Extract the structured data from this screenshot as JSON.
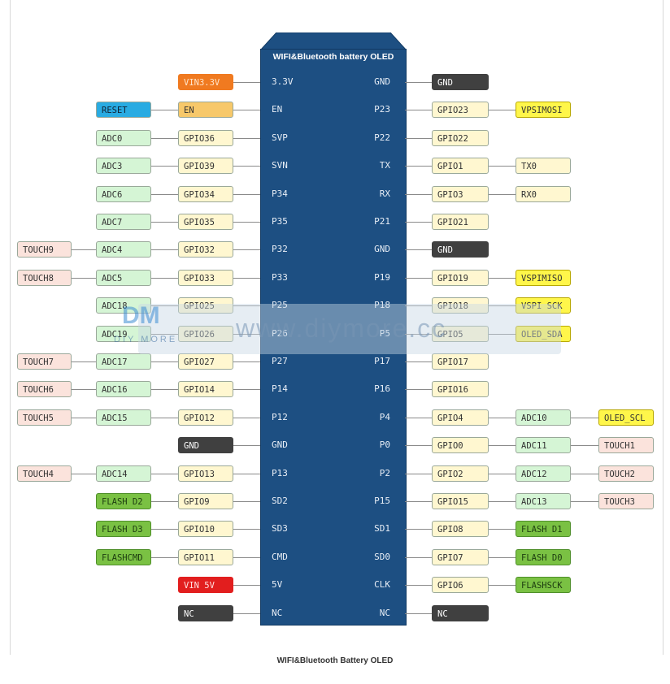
{
  "board": {
    "title": "WIFI&Bluetooth battery OLED",
    "footer": "WIFI&Bluetooth Battery OLED",
    "left_pins": [
      "3.3V",
      "EN",
      "SVP",
      "SVN",
      "P34",
      "P35",
      "P32",
      "P33",
      "P25",
      "P26",
      "P27",
      "P14",
      "P12",
      "GND",
      "P13",
      "SD2",
      "SD3",
      "CMD",
      "5V",
      "NC"
    ],
    "right_pins": [
      "GND",
      "P23",
      "P22",
      "TX",
      "RX",
      "P21",
      "GND",
      "P19",
      "P18",
      "P5",
      "P17",
      "P16",
      "P4",
      "P0",
      "P2",
      "P15",
      "SD1",
      "SD0",
      "CLK",
      "NC"
    ]
  },
  "watermark": {
    "logo": "DM",
    "sub": "DIY MORE",
    "text": "www.diymore.cc"
  },
  "colors": {
    "board": "#1d4f82",
    "gpio": "#fff7d0",
    "adc": "#d5f5d5",
    "touch": "#fbe3dc",
    "gnd": "#404040",
    "power_orange": "#f07a20",
    "power_red": "#e21e1e",
    "reset": "#29abe2",
    "en": "#f7c86a",
    "flash": "#7ac143",
    "spi": "#fff64a"
  },
  "left": [
    {
      "outer": null,
      "mid": null,
      "inner": {
        "text": "VIN3.3V",
        "c": "power_orange"
      }
    },
    {
      "outer": null,
      "mid": {
        "text": "RESET",
        "c": "reset"
      },
      "inner": {
        "text": "EN",
        "c": "en"
      }
    },
    {
      "outer": null,
      "mid": {
        "text": "ADC0",
        "c": "adc"
      },
      "inner": {
        "text": "GPIO36",
        "c": "gpio"
      }
    },
    {
      "outer": null,
      "mid": {
        "text": "ADC3",
        "c": "adc"
      },
      "inner": {
        "text": "GPIO39",
        "c": "gpio"
      }
    },
    {
      "outer": null,
      "mid": {
        "text": "ADC6",
        "c": "adc"
      },
      "inner": {
        "text": "GPIO34",
        "c": "gpio"
      }
    },
    {
      "outer": null,
      "mid": {
        "text": "ADC7",
        "c": "adc"
      },
      "inner": {
        "text": "GPIO35",
        "c": "gpio"
      }
    },
    {
      "outer": {
        "text": "TOUCH9",
        "c": "touch"
      },
      "mid": {
        "text": "ADC4",
        "c": "adc"
      },
      "inner": {
        "text": "GPIO32",
        "c": "gpio"
      }
    },
    {
      "outer": {
        "text": "TOUCH8",
        "c": "touch"
      },
      "mid": {
        "text": "ADC5",
        "c": "adc"
      },
      "inner": {
        "text": "GPIO33",
        "c": "gpio"
      }
    },
    {
      "outer": null,
      "mid": {
        "text": "ADC18",
        "c": "adc"
      },
      "inner": {
        "text": "GPIO25",
        "c": "gpio"
      }
    },
    {
      "outer": null,
      "mid": {
        "text": "ADC19",
        "c": "adc"
      },
      "inner": {
        "text": "GPIO26",
        "c": "gpio"
      }
    },
    {
      "outer": {
        "text": "TOUCH7",
        "c": "touch"
      },
      "mid": {
        "text": "ADC17",
        "c": "adc"
      },
      "inner": {
        "text": "GPIO27",
        "c": "gpio"
      }
    },
    {
      "outer": {
        "text": "TOUCH6",
        "c": "touch"
      },
      "mid": {
        "text": "ADC16",
        "c": "adc"
      },
      "inner": {
        "text": "GPIO14",
        "c": "gpio"
      }
    },
    {
      "outer": {
        "text": "TOUCH5",
        "c": "touch"
      },
      "mid": {
        "text": "ADC15",
        "c": "adc"
      },
      "inner": {
        "text": "GPIO12",
        "c": "gpio"
      }
    },
    {
      "outer": null,
      "mid": null,
      "inner": {
        "text": "GND",
        "c": "gnd"
      }
    },
    {
      "outer": {
        "text": "TOUCH4",
        "c": "touch"
      },
      "mid": {
        "text": "ADC14",
        "c": "adc"
      },
      "inner": {
        "text": "GPIO13",
        "c": "gpio"
      }
    },
    {
      "outer": null,
      "mid": {
        "text": "FLASH D2",
        "c": "flash"
      },
      "inner": {
        "text": "GPIO9",
        "c": "gpio"
      }
    },
    {
      "outer": null,
      "mid": {
        "text": "FLASH D3",
        "c": "flash"
      },
      "inner": {
        "text": "GPIO10",
        "c": "gpio"
      }
    },
    {
      "outer": null,
      "mid": {
        "text": "FLASHCMD",
        "c": "flash"
      },
      "inner": {
        "text": "GPIO11",
        "c": "gpio"
      }
    },
    {
      "outer": null,
      "mid": null,
      "inner": {
        "text": "VIN 5V",
        "c": "power_red"
      }
    },
    {
      "outer": null,
      "mid": null,
      "inner": {
        "text": "NC",
        "c": "gnd"
      }
    }
  ],
  "right": [
    {
      "inner": {
        "text": "GND",
        "c": "gnd"
      },
      "mid": null,
      "outer": null
    },
    {
      "inner": {
        "text": "GPIO23",
        "c": "gpio"
      },
      "mid": {
        "text": "VPSIMOSI",
        "c": "spi"
      },
      "outer": null
    },
    {
      "inner": {
        "text": "GPIO22",
        "c": "gpio"
      },
      "mid": null,
      "outer": null
    },
    {
      "inner": {
        "text": "GPIO1",
        "c": "gpio"
      },
      "mid": {
        "text": "TX0",
        "c": "gpio"
      },
      "outer": null
    },
    {
      "inner": {
        "text": "GPIO3",
        "c": "gpio"
      },
      "mid": {
        "text": "RX0",
        "c": "gpio"
      },
      "outer": null
    },
    {
      "inner": {
        "text": "GPIO21",
        "c": "gpio"
      },
      "mid": null,
      "outer": null
    },
    {
      "inner": {
        "text": "GND",
        "c": "gnd"
      },
      "mid": null,
      "outer": null
    },
    {
      "inner": {
        "text": "GPIO19",
        "c": "gpio"
      },
      "mid": {
        "text": "VSPIMISO",
        "c": "spi"
      },
      "outer": null
    },
    {
      "inner": {
        "text": "GPIO18",
        "c": "gpio"
      },
      "mid": {
        "text": "VSPI SCK",
        "c": "spi"
      },
      "outer": null
    },
    {
      "inner": {
        "text": "GPIO5",
        "c": "gpio"
      },
      "mid": {
        "text": "OLED_SDA",
        "c": "spi"
      },
      "outer": null
    },
    {
      "inner": {
        "text": "GPIO17",
        "c": "gpio"
      },
      "mid": null,
      "outer": null
    },
    {
      "inner": {
        "text": "GPIO16",
        "c": "gpio"
      },
      "mid": null,
      "outer": null
    },
    {
      "inner": {
        "text": "GPIO4",
        "c": "gpio"
      },
      "mid": {
        "text": "ADC10",
        "c": "adc"
      },
      "outer": {
        "text": "OLED_SCL",
        "c": "spi"
      }
    },
    {
      "inner": {
        "text": "GPIO0",
        "c": "gpio"
      },
      "mid": {
        "text": "ADC11",
        "c": "adc"
      },
      "outer": {
        "text": "TOUCH1",
        "c": "touch"
      }
    },
    {
      "inner": {
        "text": "GPIO2",
        "c": "gpio"
      },
      "mid": {
        "text": "ADC12",
        "c": "adc"
      },
      "outer": {
        "text": "TOUCH2",
        "c": "touch"
      }
    },
    {
      "inner": {
        "text": "GPIO15",
        "c": "gpio"
      },
      "mid": {
        "text": "ADC13",
        "c": "adc"
      },
      "outer": {
        "text": "TOUCH3",
        "c": "touch"
      }
    },
    {
      "inner": {
        "text": "GPIO8",
        "c": "gpio"
      },
      "mid": {
        "text": "FLASH D1",
        "c": "flash"
      },
      "outer": null
    },
    {
      "inner": {
        "text": "GPIO7",
        "c": "gpio"
      },
      "mid": {
        "text": "FLASH D0",
        "c": "flash"
      },
      "outer": null
    },
    {
      "inner": {
        "text": "GPIO6",
        "c": "gpio"
      },
      "mid": {
        "text": "FLASHSCK",
        "c": "flash"
      },
      "outer": null
    },
    {
      "inner": {
        "text": "NC",
        "c": "gnd"
      },
      "mid": null,
      "outer": null
    }
  ]
}
